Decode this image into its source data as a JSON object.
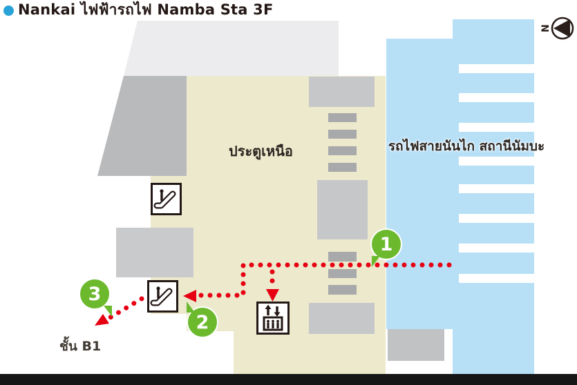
{
  "title": {
    "text": "Nankai ไฟฟ้ารถไฟ Namba Sta 3F"
  },
  "map": {
    "north_gate_label": "ประตูเหนือ",
    "station_label": "รถไฟสายนันไก สถานีนัมบะ",
    "destination_label": "ชั้น B1",
    "compass": {
      "letter": "N"
    },
    "platform": {
      "track_stripes": 8
    },
    "route_markers": [
      {
        "number": "1"
      },
      {
        "number": "2"
      },
      {
        "number": "3"
      }
    ]
  },
  "legend_icons": {
    "escalator_count": 2,
    "elevator_count": 1
  },
  "colors": {
    "title_bullet_blue": "#29a3d7",
    "concourse_beige": "#ece9cc",
    "platform_blue": "#b7e0f7",
    "route_red": "#e60012",
    "marker_green": "#6cb92d",
    "block_gray_light": "#c6c7c9",
    "block_gray_dark": "#a8a9aa",
    "ink": "#231815"
  }
}
